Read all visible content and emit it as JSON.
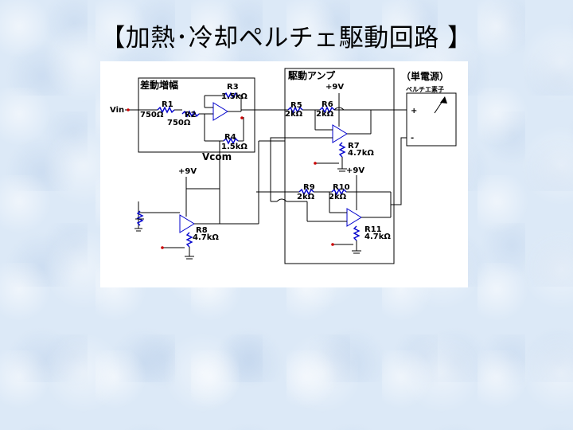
{
  "slide": {
    "title": "【加熱･冷却ペルチェ駆動回路 】"
  },
  "schematic": {
    "blocks": {
      "diff_amp": "差動増幅",
      "drive_amp": "駆動アンプ",
      "power_supply": "（単電源）"
    },
    "labels": {
      "vin": "Vin",
      "vcom": "Vcom",
      "peltier": "ペルチエ素子",
      "plus": "+",
      "minus": "-"
    },
    "supplies": [
      "+9V",
      "+9V",
      "+9V"
    ],
    "resistors": [
      {
        "name": "R1",
        "value": "750Ω"
      },
      {
        "name": "R2",
        "value": "750Ω"
      },
      {
        "name": "R3",
        "value": "1.5kΩ"
      },
      {
        "name": "R4",
        "value": "1.5kΩ"
      },
      {
        "name": "R5",
        "value": "2kΩ"
      },
      {
        "name": "R6",
        "value": "2kΩ"
      },
      {
        "name": "R7",
        "value": "4.7kΩ"
      },
      {
        "name": "R8",
        "value": "4.7kΩ"
      },
      {
        "name": "R9",
        "value": "2kΩ"
      },
      {
        "name": "R10",
        "value": "2kΩ"
      },
      {
        "name": "R11",
        "value": "4.7kΩ"
      }
    ]
  }
}
